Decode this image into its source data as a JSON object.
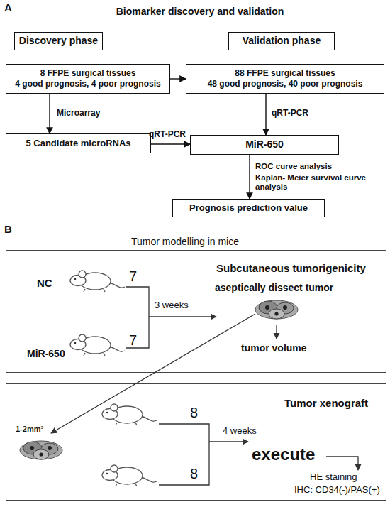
{
  "diagram": {
    "title": "Biomarker discovery and validation",
    "nodes": [
      {
        "text": [
          "Discovery phase"
        ]
      },
      {
        "text": [
          "Validation phase"
        ]
      },
      {
        "text": [
          "8 FFPE surgical tissues",
          "4 good prognosis, 4 poor prognosis"
        ]
      },
      {
        "text": [
          "88 FFPE surgical tissues",
          "48 good prognosis, 40 poor prognosis"
        ]
      },
      {
        "text": [
          "5 Candidate microRNAs"
        ]
      },
      {
        "text": [
          "MiR-650"
        ]
      },
      {
        "text": [
          "Prognosis prediction value"
        ]
      },
      {
        "text": [
          "Subcutaneous tumorigenicity"
        ]
      },
      {
        "text": [
          "Tumor xenograft"
        ]
      }
    ],
    "edges": [
      {
        "from": 2,
        "to": 3,
        "arrow": "to"
      },
      {
        "from": 2,
        "to": 4,
        "label": "Microarray",
        "arrow": "to"
      },
      {
        "from": 4,
        "to": 5,
        "label": "qRT-PCR",
        "arrow": "to"
      },
      {
        "from": 3,
        "to": 5,
        "label": "qRT-PCR",
        "arrow": "to"
      },
      {
        "from": 5,
        "to": 6,
        "arrow": "to"
      }
    ],
    "labels": [
      "A",
      "ROC curve analysis",
      "Kaplan- Meier survival curve analysis",
      "B",
      "Tumor modelling in mice",
      "NC",
      "7",
      "3 weeks",
      "aseptically dissect tumor",
      "7",
      "MiR-650",
      "tumor volume",
      "1-2mm³",
      "8",
      "4 weeks",
      "execute",
      "8",
      "HE staining",
      "IHC: CD34(-)/PAS(+)"
    ]
  }
}
